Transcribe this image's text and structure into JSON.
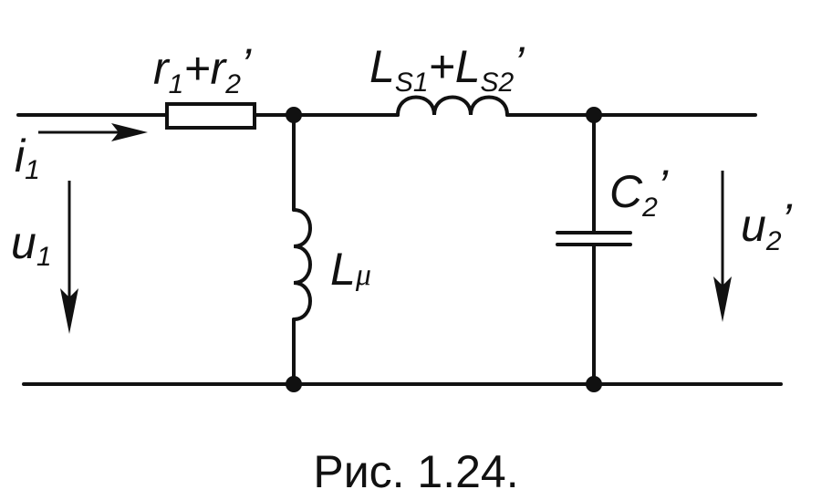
{
  "labels": {
    "resistor": {
      "base1": "r",
      "sub1": "1",
      "plus": "+",
      "base2": "r",
      "sub2": "2",
      "prime": "’"
    },
    "series_inductor": {
      "base1": "L",
      "sub1": "S1",
      "plus": "+",
      "base2": "L",
      "sub2": "S2",
      "prime": "’"
    },
    "magnetizing_inductor": {
      "base": "L",
      "sub": "μ"
    },
    "capacitor": {
      "base": "C",
      "sub": "2",
      "prime": "’"
    },
    "input_current": {
      "base": "i",
      "sub": "1"
    },
    "input_voltage": {
      "base": "u",
      "sub": "1"
    },
    "output_voltage": {
      "base": "u",
      "sub": "2",
      "prime": "’"
    }
  },
  "caption": "Рис. 1.24."
}
